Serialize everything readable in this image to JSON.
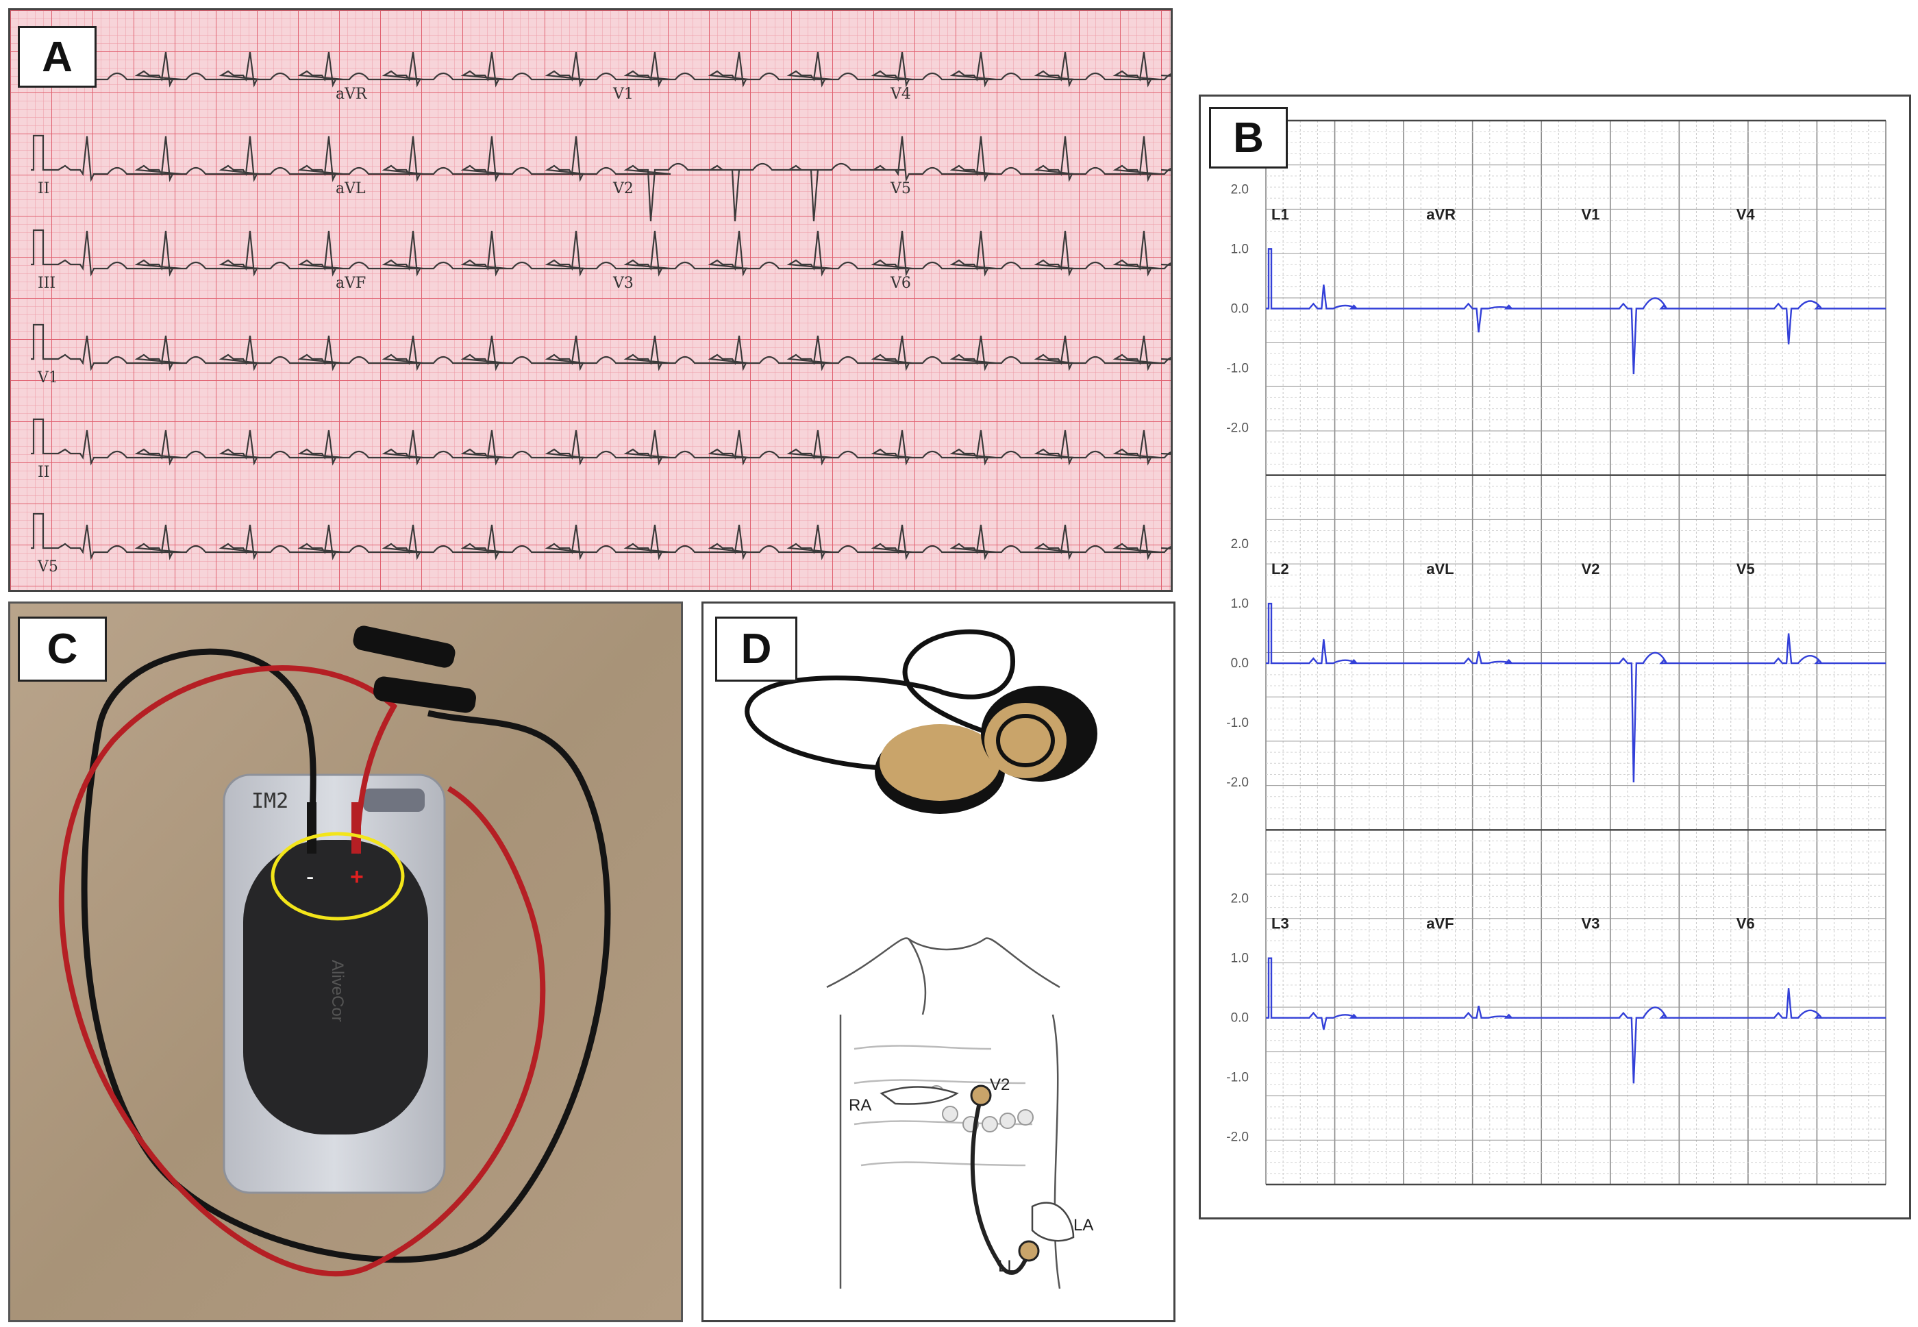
{
  "panels": {
    "A": {
      "label": "A",
      "rows": [
        [
          "",
          "aVR",
          "V1",
          "V4"
        ],
        [
          "II",
          "aVL",
          "V2",
          "V5"
        ],
        [
          "III",
          "aVF",
          "V3",
          "V6"
        ],
        [
          "V1"
        ],
        [
          "II"
        ],
        [
          "V5"
        ]
      ]
    },
    "B": {
      "label": "B",
      "y_ticks": [
        "2.0",
        "1.0",
        "0.0",
        "-1.0",
        "-2.0"
      ],
      "rows": [
        [
          "L1",
          "aVR",
          "V1",
          "V4"
        ],
        [
          "L2",
          "aVL",
          "V2",
          "V5"
        ],
        [
          "L3",
          "aVF",
          "V3",
          "V6"
        ]
      ]
    },
    "C": {
      "label": "C",
      "device_text": "IM2",
      "minus_sign": "-",
      "plus_sign": "+"
    },
    "D": {
      "label": "D",
      "electrode_labels": {
        "ra": "RA",
        "v2": "V2",
        "la": "LA",
        "ll": "LL"
      }
    }
  },
  "colors": {
    "ecg_paper": "#f7d4d9",
    "ecg_grid": "#e8707e",
    "b_trace": "#3340d8",
    "red_wire": "#c21d22",
    "highlight_ring": "#f3e51a",
    "electrode_gold": "#c9a46a"
  }
}
